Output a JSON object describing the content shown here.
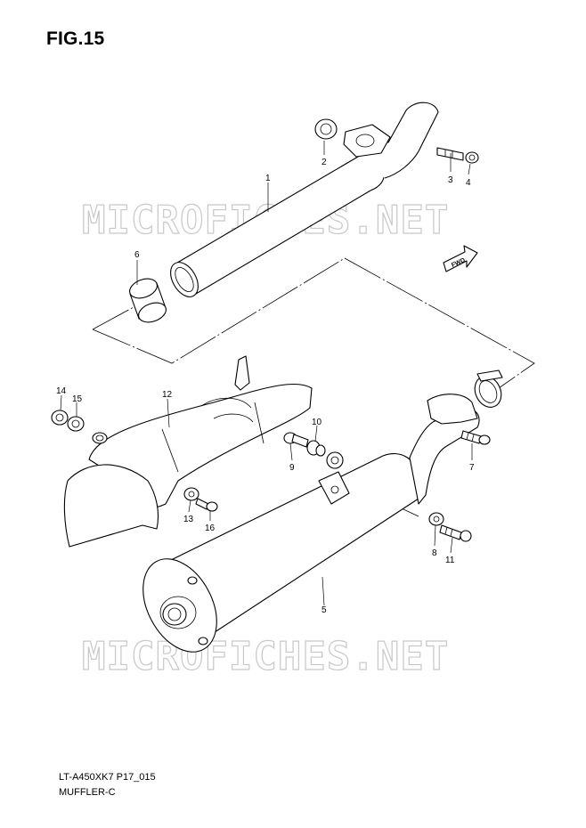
{
  "figure": {
    "title": "FIG.15",
    "model_code": "LT-A450XK7 P17_015",
    "section_name": "MUFFLER-C",
    "watermark": "MICROFICHES.NET",
    "fwd_label": "FWD"
  },
  "callouts": [
    "1",
    "2",
    "3",
    "4",
    "5",
    "6",
    "7",
    "8",
    "9",
    "10",
    "11",
    "12",
    "13",
    "14",
    "15",
    "16"
  ]
}
